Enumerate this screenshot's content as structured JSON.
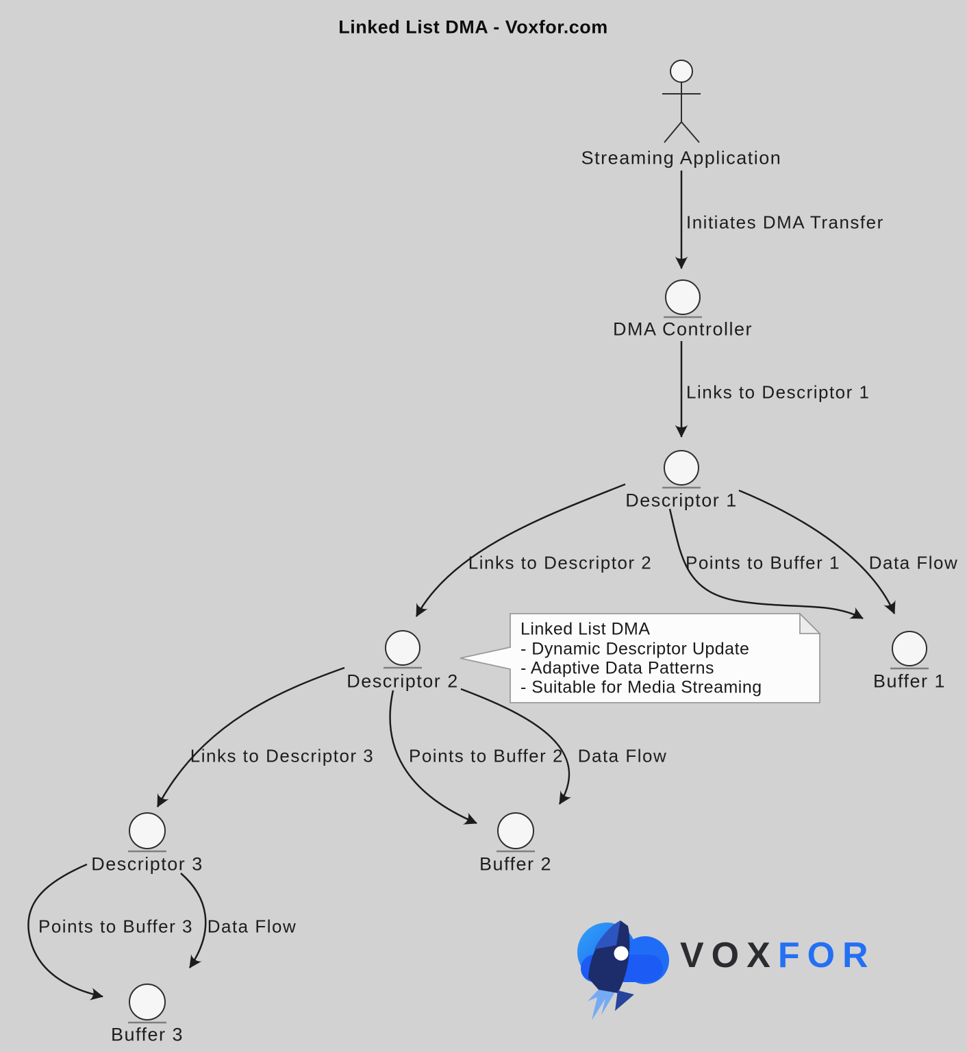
{
  "title": "Linked List DMA - Voxfor.com",
  "actor": {
    "label": "Streaming Application"
  },
  "nodes": [
    {
      "id": "dma-controller",
      "label": "DMA Controller"
    },
    {
      "id": "descriptor-1",
      "label": "Descriptor 1"
    },
    {
      "id": "descriptor-2",
      "label": "Descriptor 2"
    },
    {
      "id": "descriptor-3",
      "label": "Descriptor 3"
    },
    {
      "id": "buffer-1",
      "label": "Buffer 1"
    },
    {
      "id": "buffer-2",
      "label": "Buffer 2"
    },
    {
      "id": "buffer-3",
      "label": "Buffer 3"
    }
  ],
  "edges": [
    {
      "from": "Streaming Application",
      "to": "DMA Controller",
      "label": "Initiates DMA Transfer"
    },
    {
      "from": "DMA Controller",
      "to": "Descriptor 1",
      "label": "Links to Descriptor 1"
    },
    {
      "from": "Descriptor 1",
      "to": "Descriptor 2",
      "label": "Links to Descriptor 2"
    },
    {
      "from": "Descriptor 1",
      "to": "Buffer 1",
      "label": "Points to Buffer 1"
    },
    {
      "from": "Descriptor 1",
      "to": "Buffer 1",
      "label": "Data Flow"
    },
    {
      "from": "Descriptor 2",
      "to": "Descriptor 3",
      "label": "Links to Descriptor 3"
    },
    {
      "from": "Descriptor 2",
      "to": "Buffer 2",
      "label": "Points to Buffer 2"
    },
    {
      "from": "Descriptor 2",
      "to": "Buffer 2",
      "label": "Data Flow"
    },
    {
      "from": "Descriptor 3",
      "to": "Buffer 3",
      "label": "Points to Buffer 3"
    },
    {
      "from": "Descriptor 3",
      "to": "Buffer 3",
      "label": "Data Flow"
    }
  ],
  "note": {
    "line1": "Linked List DMA",
    "line2": "- Dynamic Descriptor Update",
    "line3": "- Adaptive Data Patterns",
    "line4": "- Suitable for Media Streaming"
  },
  "logo": {
    "part1": "VOX",
    "part2": "FOR"
  },
  "colors": {
    "background": "#d2d2d2",
    "line": "#1c1c1c",
    "node_fill": "#f6f6f6",
    "node_stroke": "#2e2e2e",
    "underline": "#7e7e7e",
    "note_bg": "#fcfcfc",
    "note_border": "#9a9a9a",
    "logo_dark": "#2b2c30",
    "logo_blue": "#2470f4",
    "cloud_blue_light": "#34a3f8",
    "cloud_blue_dark": "#1457f2"
  }
}
